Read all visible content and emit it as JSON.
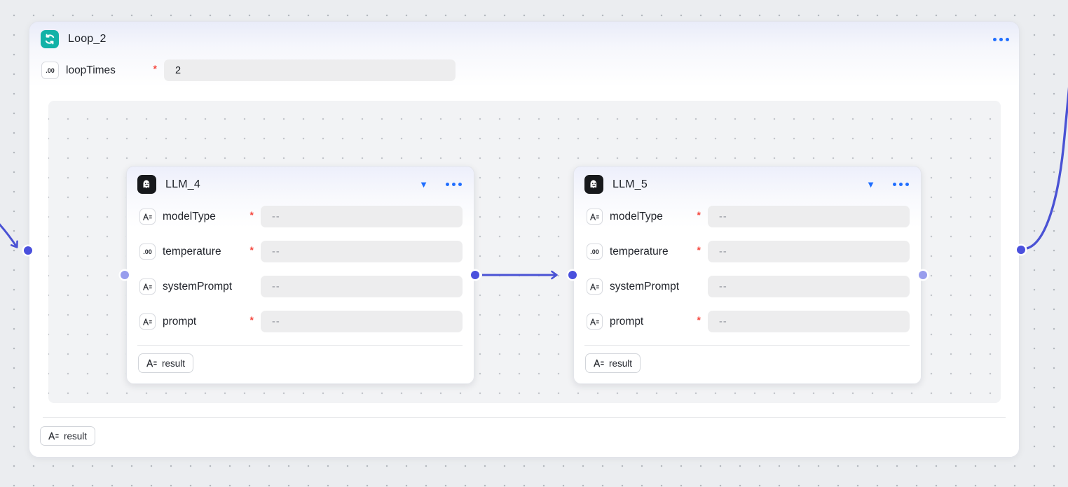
{
  "loop_node": {
    "title": "Loop_2",
    "field": {
      "name": "loopTimes",
      "type": "number",
      "required": true,
      "value": "2"
    },
    "output_label": "result"
  },
  "llm_nodes": [
    {
      "title": "LLM_4",
      "output_label": "result",
      "fields": [
        {
          "name": "modelType",
          "type": "string",
          "required": true,
          "value": "--"
        },
        {
          "name": "temperature",
          "type": "number",
          "required": true,
          "value": "--"
        },
        {
          "name": "systemPrompt",
          "type": "string",
          "required": false,
          "value": "--"
        },
        {
          "name": "prompt",
          "type": "string",
          "required": true,
          "value": "--"
        }
      ]
    },
    {
      "title": "LLM_5",
      "output_label": "result",
      "fields": [
        {
          "name": "modelType",
          "type": "string",
          "required": true,
          "value": "--"
        },
        {
          "name": "temperature",
          "type": "number",
          "required": true,
          "value": "--"
        },
        {
          "name": "systemPrompt",
          "type": "string",
          "required": false,
          "value": "--"
        },
        {
          "name": "prompt",
          "type": "string",
          "required": true,
          "value": "--"
        }
      ]
    }
  ],
  "icons": {
    "number_badge": ".00",
    "required_marker": "*",
    "collapse": "▼"
  },
  "colors": {
    "edge": "#4a52d4",
    "accent_blue": "#1f6eff",
    "loop_icon_bg": "#12b2a7",
    "llm_icon_bg": "#17191c",
    "port_solid": "#4a50dd",
    "port_light": "#989ded",
    "canvas_bg": "#ebedf0",
    "loop_body_bg": "#f2f3f5",
    "input_bg": "#ededee",
    "required_red": "#f5483f"
  }
}
